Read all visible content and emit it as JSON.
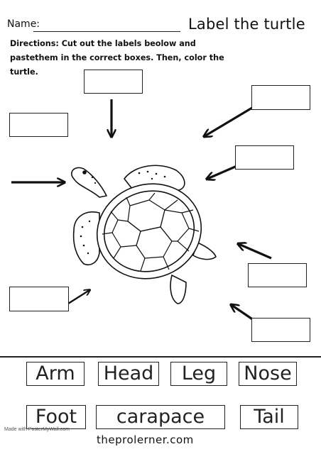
{
  "header": {
    "name_label": "Name:",
    "title": "Label the turtle"
  },
  "directions": {
    "line1": "Directions: Cut out the labels beolow and",
    "line2": "pastethem in the correct boxes. Then, color the turtle."
  },
  "labels": [
    "Arm",
    "Head",
    "Leg",
    "Nose",
    "Foot",
    "carapace",
    "Tail"
  ],
  "footer": {
    "made_with": "Made with PosterMyWall.com",
    "site": "theprolerner.com"
  }
}
